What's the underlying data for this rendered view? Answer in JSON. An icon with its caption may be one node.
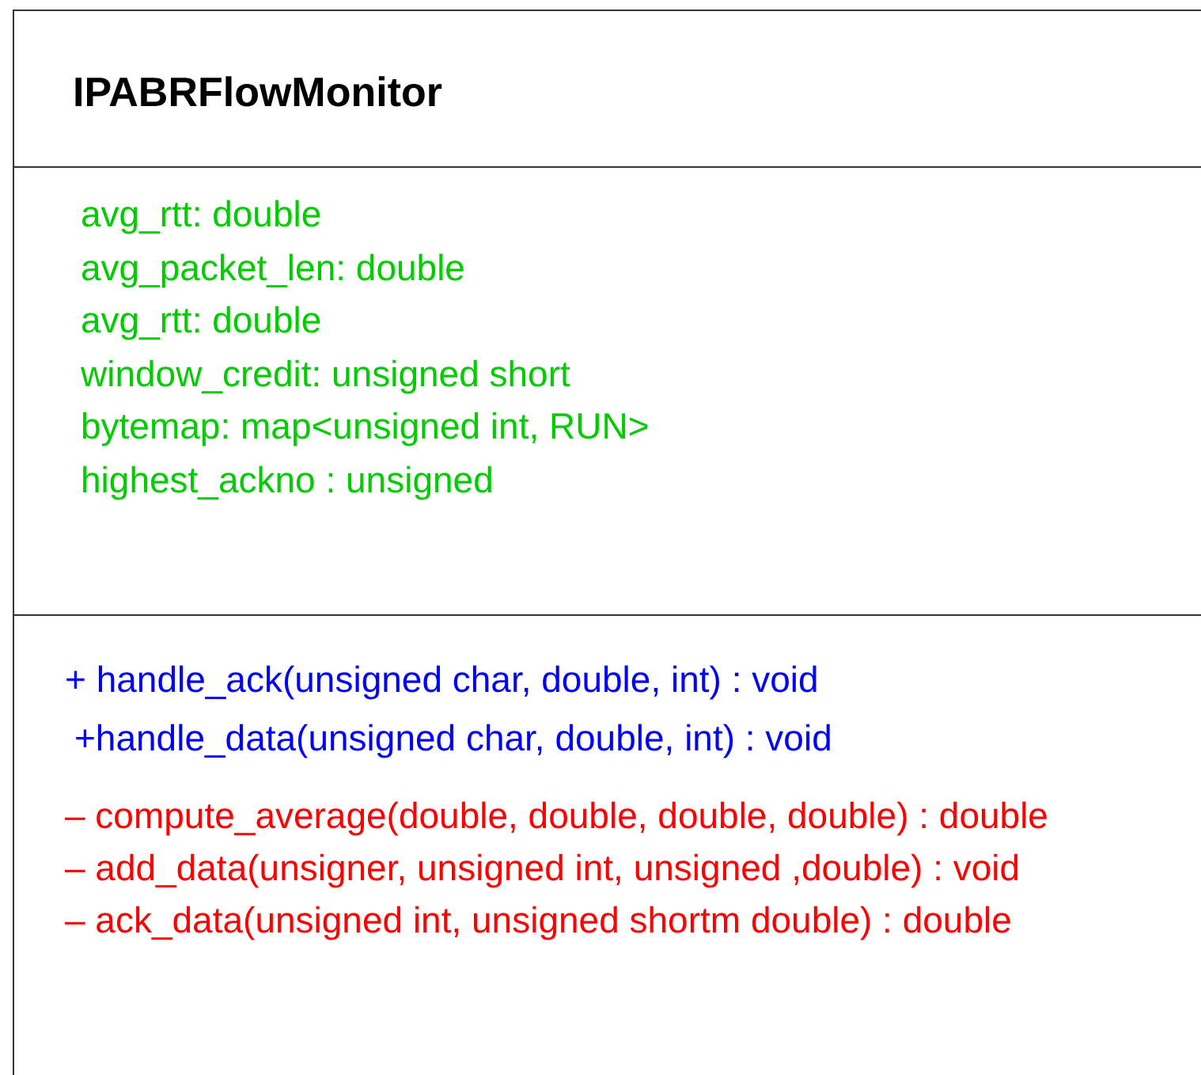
{
  "diagram": {
    "nodes": [
      {
        "text": [
          "IPABRFlowMonitor"
        ]
      },
      {
        "text": [
          "avg_rtt: double",
          "avg_packet_len: double",
          "avg_rtt: double",
          "window_credit: unsigned short",
          "bytemap: map<unsigned int, RUN>",
          "highest_ackno : unsigned"
        ]
      },
      {
        "text": [
          "+ handle_ack(unsigned char, double, int) : void",
          "+handle_data(unsigned char, double, int) : void",
          "– compute_average(double, double, double, double) : double",
          "– add_data(unsigner, unsigned int, unsigned ,double) : void",
          "– ack_data(unsigned int, unsigned shortm double) : double"
        ]
      }
    ]
  }
}
